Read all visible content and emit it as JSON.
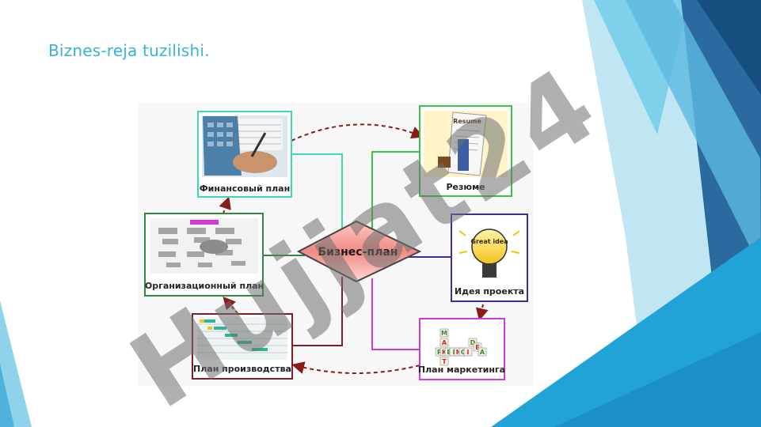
{
  "slide": {
    "title": "Biznes-reja tuzilishi."
  },
  "diagram": {
    "center": "Бизнес-план",
    "nodes": {
      "finance": "Финансовый план",
      "resume": "Резюме",
      "org": "Организационный план",
      "idea": "Идея проекта",
      "production": "План производства",
      "marketing": "План маркетинга"
    },
    "images": {
      "resume_sign": "Resume",
      "idea_bulb": "Great idea",
      "marketing_tiles": [
        "M",
        "A",
        "R",
        "K",
        "E",
        "T",
        "I",
        "N",
        "G",
        "I",
        "D",
        "E",
        "A"
      ]
    },
    "colors": {
      "finance": "#3fd6c0",
      "resume": "#35c64a",
      "org": "#2e8b3d",
      "idea": "#3a2f9a",
      "production": "#7a1f2b",
      "marketing": "#d03bd8",
      "arrows": "#8b1a1a"
    }
  },
  "watermark": "Hujjat24"
}
